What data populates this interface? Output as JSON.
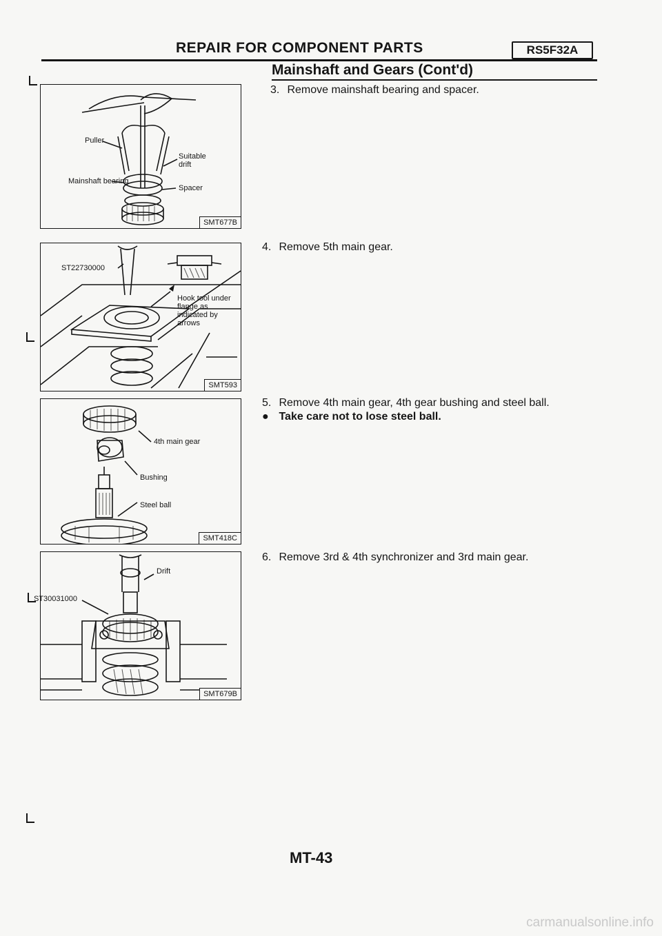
{
  "header": {
    "title": "REPAIR FOR COMPONENT PARTS",
    "code": "RS5F32A",
    "subtitle": "Mainshaft and Gears (Cont'd)"
  },
  "figures": [
    {
      "code": "SMT677B",
      "labels": [
        "Puller",
        "Suitable drift",
        "Mainshaft bearing",
        "Spacer"
      ]
    },
    {
      "code": "SMT593",
      "labels": [
        "ST22730000",
        "Hook tool under flange as indicated by arrows"
      ]
    },
    {
      "code": "SMT418C",
      "labels": [
        "4th main gear",
        "Bushing",
        "Steel ball"
      ]
    },
    {
      "code": "SMT679B",
      "labels": [
        "Drift",
        "ST30031000"
      ]
    }
  ],
  "steps": [
    {
      "num": "3.",
      "text": "Remove mainshaft bearing and spacer."
    },
    {
      "num": "4.",
      "text": "Remove 5th main gear."
    },
    {
      "num": "5.",
      "text": "Remove 4th main gear, 4th gear bushing and steel ball."
    },
    {
      "num": "6.",
      "text": "Remove 3rd & 4th synchronizer and 3rd main gear."
    }
  ],
  "notes": [
    {
      "bullet": "●",
      "text": "Take care not to lose steel ball."
    }
  ],
  "footer": {
    "page": "MT-43",
    "watermark": "carmanualsonline.info"
  }
}
